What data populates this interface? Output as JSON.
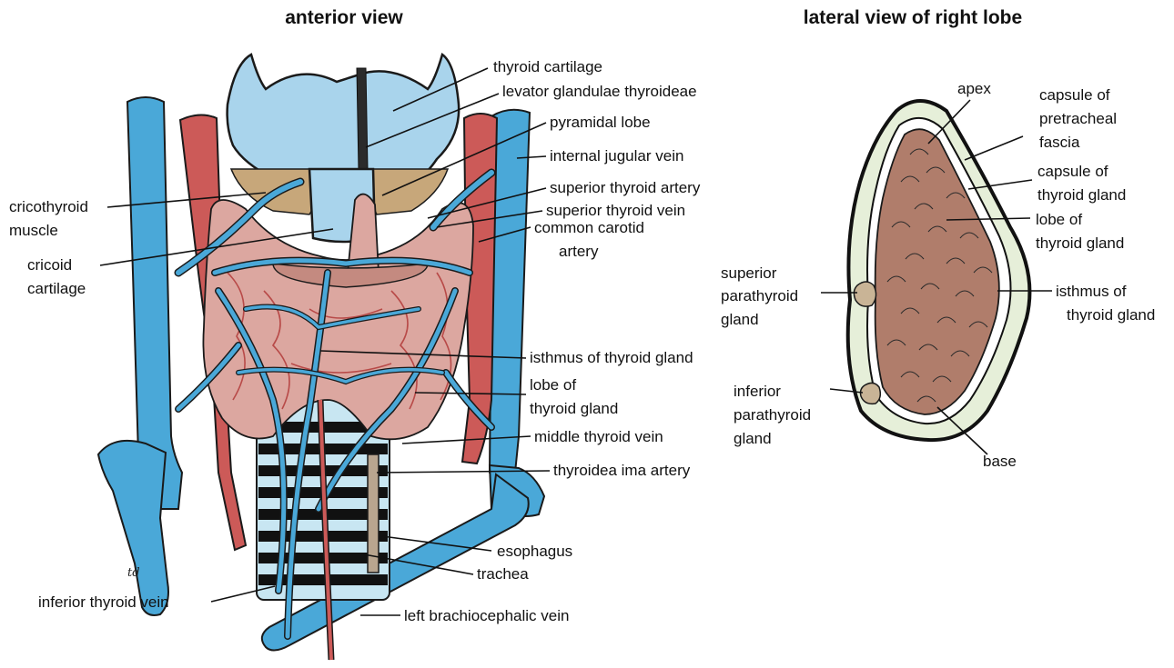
{
  "titles": {
    "anterior": "anterior view",
    "lateral": "lateral view of right lobe"
  },
  "anterior_labels": {
    "thyroid_cartilage": "thyroid cartilage",
    "levator": "levator glandulae thyroideae",
    "pyramidal_lobe": "pyramidal lobe",
    "internal_jugular_vein": "internal jugular vein",
    "superior_thyroid_artery": "superior thyroid artery",
    "superior_thyroid_vein": "superior thyroid vein",
    "common_carotid_1": "common carotid",
    "common_carotid_2": "artery",
    "cricothyroid_1": "cricothyroid",
    "cricothyroid_2": "muscle",
    "cricoid_1": "cricoid",
    "cricoid_2": "cartilage",
    "isthmus": "isthmus of thyroid gland",
    "lobe_1": "lobe of",
    "lobe_2": "thyroid gland",
    "middle_thyroid_vein": "middle thyroid vein",
    "thyroidea_ima": "thyroidea ima artery",
    "esophagus": "esophagus",
    "trachea": "trachea",
    "inferior_thyroid_vein": "inferior thyroid vein",
    "left_brachiocephalic_vein": "left brachiocephalic vein",
    "signature": "td"
  },
  "lateral_labels": {
    "apex": "apex",
    "capsule_pre_1": "capsule of",
    "capsule_pre_2": "pretracheal",
    "capsule_pre_3": "fascia",
    "capsule_thy_1": "capsule of",
    "capsule_thy_2": "thyroid gland",
    "lobe_1": "lobe of",
    "lobe_2": "thyroid gland",
    "superior_para_1": "superior",
    "superior_para_2": "parathyroid",
    "superior_para_3": "gland",
    "isthmus_1": "isthmus of",
    "isthmus_2": "thyroid gland",
    "inferior_para_1": "inferior",
    "inferior_para_2": "parathyroid",
    "inferior_para_3": "gland",
    "base": "base"
  },
  "colors": {
    "vein": "#4aa8d8",
    "artery": "#cc5a58",
    "cartilage": "#a9d4ec",
    "muscle": "#c7a77a",
    "gland_anterior": "#dca7a0",
    "gland_lateral": "#b07d6b",
    "pretracheal_capsule": "#e6efd9"
  }
}
